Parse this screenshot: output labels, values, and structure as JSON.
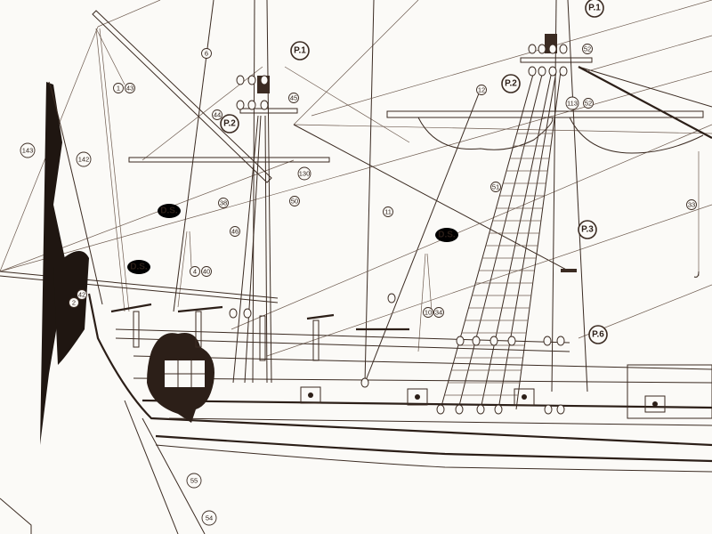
{
  "title": "Sailing ship rigging plan (detail)",
  "callouts": {
    "p1_left": "P.1",
    "p1_right": "P.1",
    "p2_left": "P.2",
    "p2_right": "P.2",
    "p3": "P.3",
    "p6": "P.6",
    "ds_upper": "D.S.",
    "ds_lower": "D.S.",
    "ds_right": "D.S."
  },
  "numbers": {
    "n6": "6",
    "n1": "1",
    "n43": "43",
    "n45": "45",
    "n44": "44",
    "n130": "130",
    "n50": "50",
    "n38": "38",
    "n46": "46",
    "n143": "143",
    "n142": "142",
    "n4": "4",
    "n40": "40",
    "n2": "2",
    "n42": "42",
    "n12": "12",
    "n52a": "52",
    "n113": "113",
    "n52b": "52",
    "n51": "51",
    "n11": "11",
    "n10": "10",
    "n34": "34",
    "n33": "33",
    "n55": "55",
    "n54": "54"
  },
  "colors": {
    "ink": "#3b2b22",
    "paper": "#fbfaf7"
  }
}
